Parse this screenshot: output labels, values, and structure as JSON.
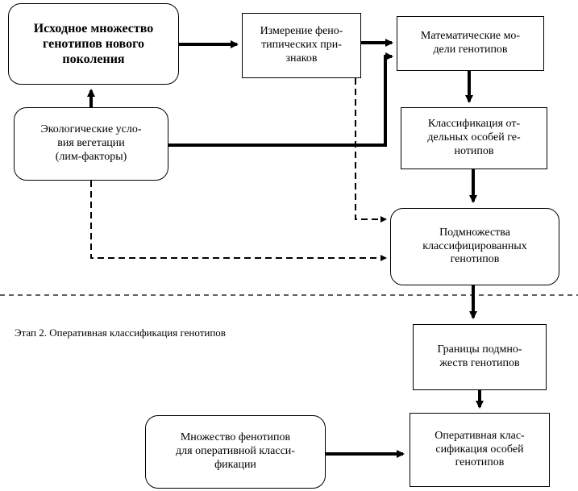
{
  "boxes": {
    "initial_set": "Исходное множество\nгенотипов нового\nпоколения",
    "measurement": "Измерение фено-\nтипических при-\nзнаков",
    "math_models": "Математические мо-\nдели генотипов",
    "eco_conditions": "Экологические усло-\nвия вегетации\n(лим-факторы)",
    "classification": "Классификация от-\nдельных особей ге-\nнотипов",
    "subsets": "Подмножества\nклассифицированных\nгенотипов",
    "boundaries": "Границы подмно-\nжеств генотипов",
    "phenotype_set": "Множество фенотипов\nдля оперативной класси-\nфикации",
    "operative": "Оперативная клас-\nсификация особей\nгенотипов"
  },
  "stage2_label": "Этап 2. Оперативная классификация генотипов"
}
